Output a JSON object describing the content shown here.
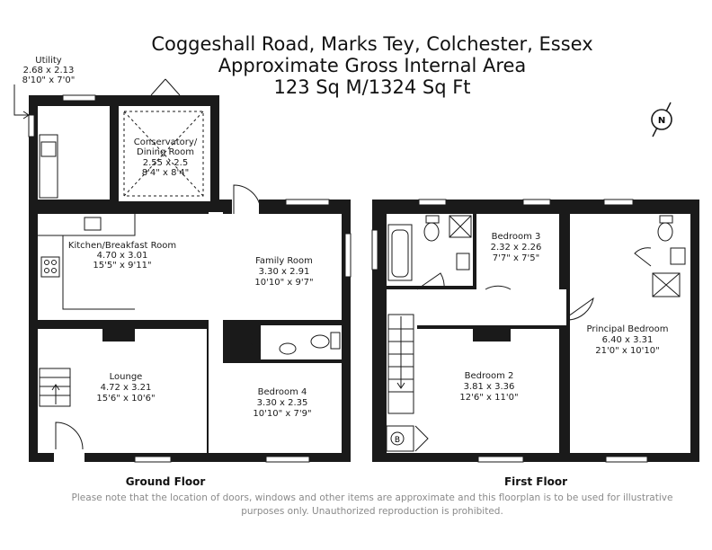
{
  "title": {
    "line1": "Coggeshall Road, Marks Tey, Colchester, Essex",
    "line2": "Approximate Gross Internal Area",
    "line3": "123 Sq M/1324 Sq Ft"
  },
  "floors": {
    "ground": "Ground Floor",
    "first": "First Floor"
  },
  "rooms": {
    "utility": {
      "name": "Utility",
      "metric": "2.68 x 2.13",
      "imperial": "8'10\" x 7'0\""
    },
    "conservatory": {
      "name1": "Conservatory/",
      "name2": "Dining Room",
      "metric": "2.55 x 2.5",
      "imperial": "8'4\" x 8'4\""
    },
    "kitchen": {
      "name": "Kitchen/Breakfast Room",
      "metric": "4.70 x 3.01",
      "imperial": "15'5\" x 9'11\""
    },
    "family": {
      "name": "Family Room",
      "metric": "3.30 x 2.91",
      "imperial": "10'10\" x 9'7\""
    },
    "lounge": {
      "name": "Lounge",
      "metric": "4.72 x 3.21",
      "imperial": "15'6\" x 10'6\""
    },
    "bedroom4": {
      "name": "Bedroom 4",
      "metric": "3.30 x 2.35",
      "imperial": "10'10\" x 7'9\""
    },
    "bedroom3": {
      "name": "Bedroom 3",
      "metric": "2.32 x 2.26",
      "imperial": "7'7\" x 7'5\""
    },
    "principal": {
      "name": "Principal Bedroom",
      "metric": "6.40 x 3.31",
      "imperial": "21'0\" x 10'10\""
    },
    "bedroom2": {
      "name": "Bedroom 2",
      "metric": "3.81 x 3.36",
      "imperial": "12'6\" x 11'0\""
    }
  },
  "boiler_marker": "B",
  "compass": "N",
  "disclaimer": {
    "line1": "Please note that the location of doors, windows and other items are approximate and this floorplan is to be used for illustrative",
    "line2": "purposes only. Unauthorized reproduction is prohibited."
  }
}
